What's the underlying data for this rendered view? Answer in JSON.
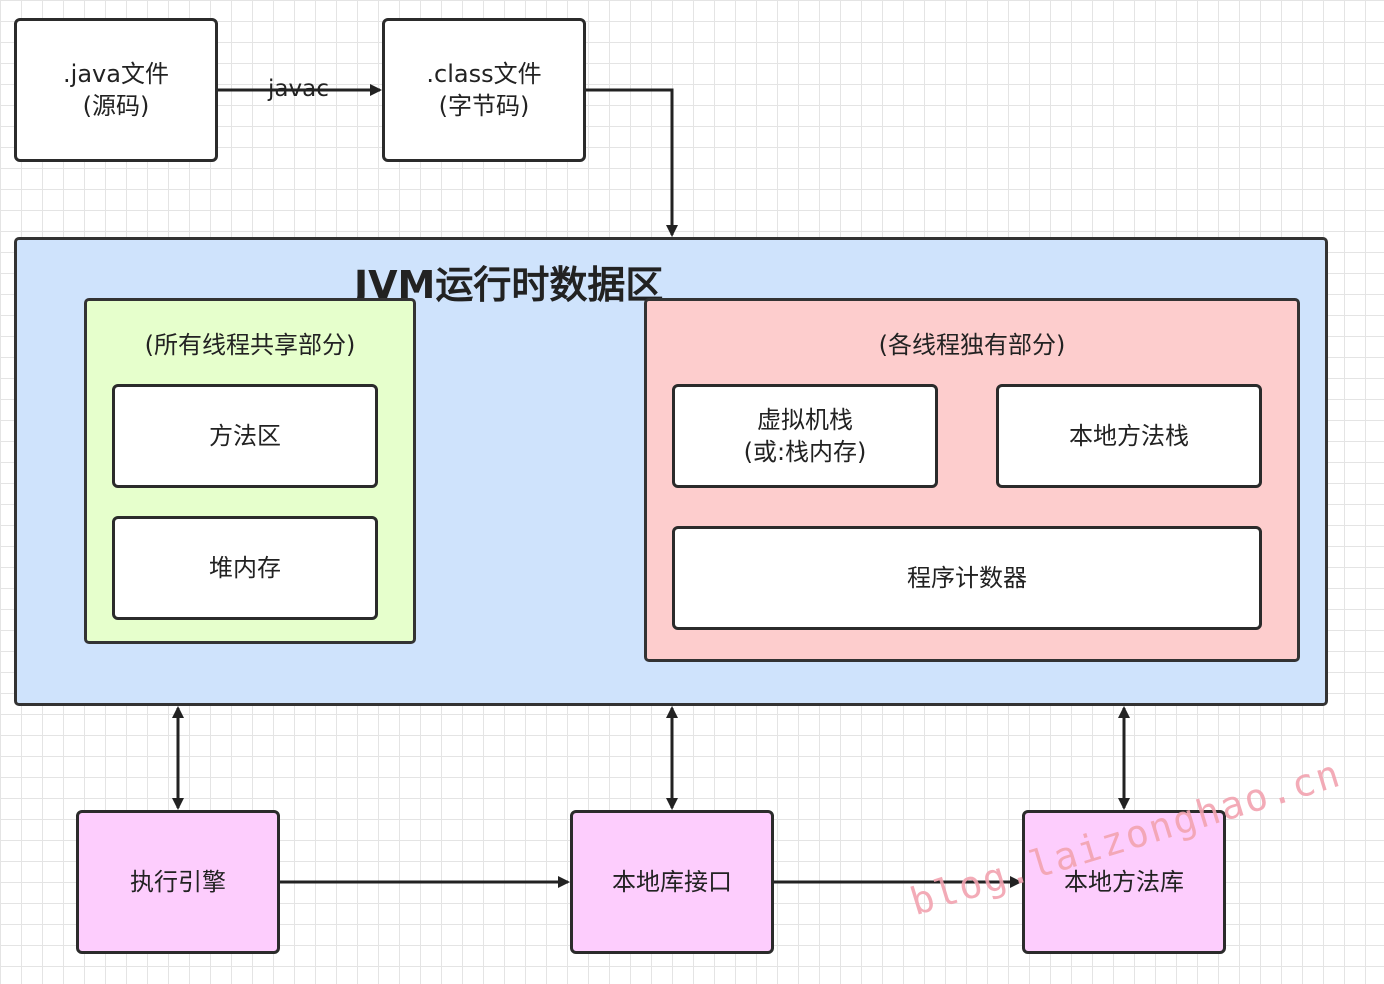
{
  "source": {
    "line1": ".java文件",
    "line2": "(源码)"
  },
  "edge_javac": "javac",
  "bytecode": {
    "line1": ".class文件",
    "line2": "(字节码)"
  },
  "runtime": {
    "title": "JVM运行时数据区",
    "shared": {
      "title": "(所有线程共享部分)",
      "method_area": "方法区",
      "heap": "堆内存"
    },
    "private": {
      "title": "(各线程独有部分)",
      "vm_stack": {
        "line1": "虚拟机栈",
        "line2": "(或:栈内存)"
      },
      "native_stack": "本地方法栈",
      "pc": "程序计数器"
    }
  },
  "execution_engine": "执行引擎",
  "native_interface": "本地库接口",
  "native_library": "本地方法库",
  "watermark": "blog.laizonghao.cn",
  "colors": {
    "runtime_bg": "#cfe3fc",
    "shared_bg": "#e6ffcc",
    "private_bg": "#fdcdcd",
    "module_bg": "#fdcdfd",
    "stroke": "#2b2b2b"
  }
}
